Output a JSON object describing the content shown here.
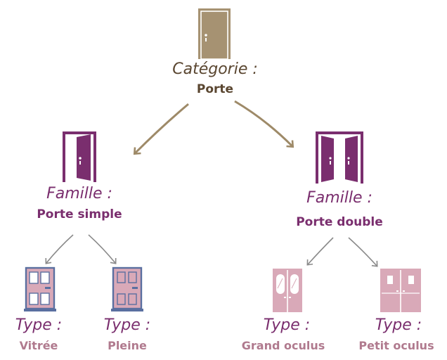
{
  "category": {
    "heading": "Catégorie :",
    "value": "Porte",
    "icon": "door-icon"
  },
  "families": [
    {
      "heading": "Famille :",
      "value": "Porte simple",
      "icon": "single-door-open-icon"
    },
    {
      "heading": "Famille :",
      "value": "Porte double",
      "icon": "double-door-open-icon"
    }
  ],
  "types": [
    {
      "heading": "Type :",
      "value": "Vitrée",
      "icon": "glazed-door-icon"
    },
    {
      "heading": "Type :",
      "value": "Pleine",
      "icon": "solid-door-icon"
    },
    {
      "heading": "Type :",
      "value": "Grand oculus",
      "icon": "large-porthole-double-door-icon"
    },
    {
      "heading": "Type :",
      "value": "Petit oculus",
      "icon": "small-porthole-double-door-icon"
    }
  ],
  "colors": {
    "category": "#5a4630",
    "category_door": "#a69272",
    "family": "#7a2e6e",
    "type_heading": "#7a2e6e",
    "type_value": "#b07a8e",
    "type_door_fill": "#d9a9b8",
    "type_door_frame": "#5a6fa0",
    "arrow_main": "#9e8a68",
    "arrow_sub": "#8a8a8a"
  }
}
